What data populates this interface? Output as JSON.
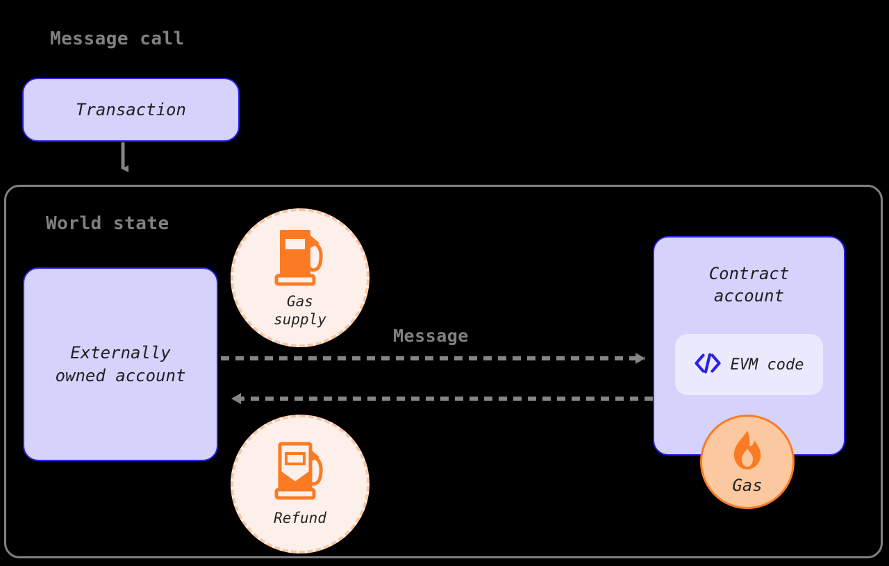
{
  "diagram": {
    "title": "Ethereum message call / world state diagram",
    "background_color": "#000000",
    "headings": {
      "message_call": "Message call",
      "world_state": "World state",
      "message_arrow": "Message"
    },
    "colors": {
      "heading_gray": "#808080",
      "box_fill_lavender": "#D5D2FC",
      "box_border_blue": "#2B21E8",
      "pill_fill": "#EBE9FD",
      "accent_orange": "#FB7B24",
      "circle_fill_peach": "#FDF0EA",
      "circle_dash_border": "#F9C6A4",
      "gas_circle_fill": "#FBC8A0",
      "container_border_gray": "#818181",
      "arrow_gray": "#858585",
      "text_dark": "#1F1F1F"
    },
    "nodes": {
      "transaction": {
        "label": "Transaction"
      },
      "externally_owned_account": {
        "label": "Externally\nowned account"
      },
      "contract_account": {
        "label": "Contract\naccount"
      },
      "evm_code": {
        "label": "EVM code",
        "icon": "code-brackets-icon"
      },
      "gas_supply": {
        "label": "Gas\nsupply",
        "icon": "gas-pump-full-icon"
      },
      "refund": {
        "label": "Refund",
        "icon": "gas-pump-partial-icon"
      },
      "gas": {
        "label": "Gas",
        "icon": "flame-icon"
      }
    },
    "edges": [
      {
        "name": "transaction-to-world-state",
        "style": "solid",
        "direction": "down",
        "label": ""
      },
      {
        "name": "eoa-to-contract-account",
        "style": "dashed",
        "direction": "right",
        "label": "Message"
      },
      {
        "name": "contract-account-to-eoa",
        "style": "dashed",
        "direction": "left",
        "label": ""
      }
    ]
  }
}
